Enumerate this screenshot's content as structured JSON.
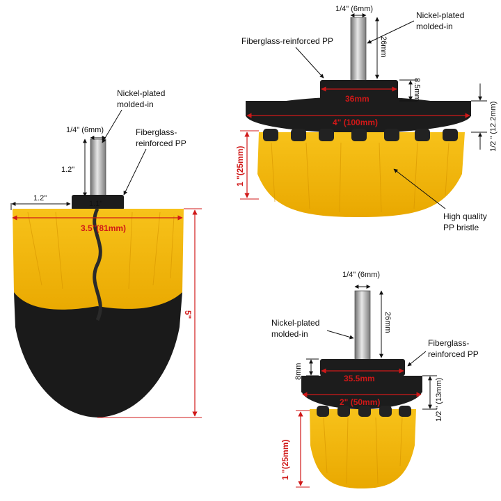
{
  "colors": {
    "bristle_yellow": "#f2b400",
    "bristle_dark": "#1a1a1a",
    "base_black": "#1c1c1c",
    "shaft_steel": "#9a9a9a",
    "dimension_red": "#d01818"
  },
  "left_brush": {
    "shaft_width_label": "1/4\" (6mm)",
    "nickel_label_line1": "Nickel-plated",
    "nickel_label_line2": "molded-in",
    "fiberglass_label_line1": "Fiberglass-",
    "fiberglass_label_line2": "reinforced PP",
    "shaft_height_label": "1.2\"",
    "offset_label": "1.2\"",
    "hub_width_label": "1.1\"",
    "diameter_label": "3.5\"(81mm)",
    "height_label": "5\""
  },
  "top_right_brush": {
    "shaft_width_label": "1/4\" (6mm)",
    "nickel_label_line1": "Nickel-plated",
    "nickel_label_line2": "molded-in",
    "fiberglass_label": "Fiberglass-reinforced PP",
    "shaft_height_label": "26mm",
    "hub_height_label": "8.5mm",
    "hub_width_label": "36mm",
    "diameter_label": "4\" (100mm)",
    "base_height_label": "1/2 \" (12.2mm)",
    "bristle_height_label": "1 \"(25mm)",
    "bristle_label_line1": "High quality",
    "bristle_label_line2": "PP bristle"
  },
  "bottom_right_brush": {
    "shaft_width_label": "1/4\" (6mm)",
    "nickel_label_line1": "Nickel-plated",
    "nickel_label_line2": "molded-in",
    "fiberglass_label_line1": "Fiberglass-",
    "fiberglass_label_line2": "reinforced PP",
    "shaft_height_label": "26mm",
    "hub_height_label": "8mm",
    "hub_width_label": "35.5mm",
    "diameter_label": "2\" (50mm)",
    "base_height_label": "1/2 \" (13mm)",
    "bristle_height_label": "1 \"(25mm)"
  }
}
